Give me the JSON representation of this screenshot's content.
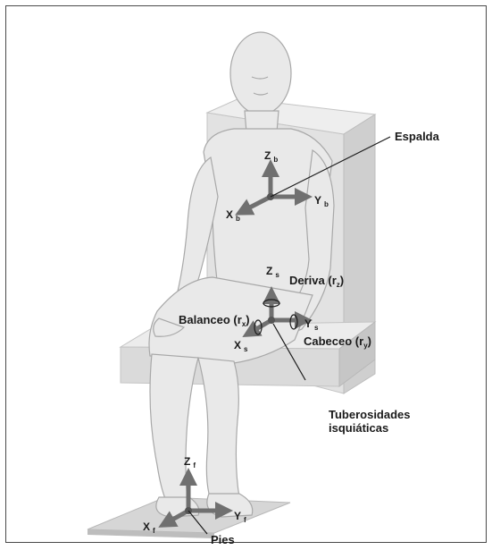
{
  "labels": {
    "espalda": "Espalda",
    "deriva": "Deriva (r",
    "deriva_sub": "z",
    "balanceo": "Balanceo (r",
    "balanceo_sub": "x",
    "cabeceo": "Cabeceo (r",
    "cabeceo_sub": "y",
    "tuberosidades_1": "Tuberosidades",
    "tuberosidades_2": "isquiáticas",
    "pies": "Pies",
    "close_paren": ")"
  },
  "axes": {
    "back": {
      "z": "Z",
      "z_sub": "b",
      "x": "X",
      "x_sub": "b",
      "y": "Y",
      "y_sub": "b"
    },
    "seat": {
      "z": "Z",
      "z_sub": "s",
      "x": "X",
      "x_sub": "s",
      "y": "Y",
      "y_sub": "s"
    },
    "feet": {
      "z": "Z",
      "z_sub": "f",
      "x": "X",
      "x_sub": "f",
      "y": "Y",
      "y_sub": "f"
    }
  },
  "colors": {
    "body": "#e7e7e7",
    "body_stroke": "#a8a8a8",
    "chair": "#e4e4e4",
    "chair_dark": "#cfcfcf",
    "arrow": "#707070",
    "text": "#1a1a1a"
  }
}
